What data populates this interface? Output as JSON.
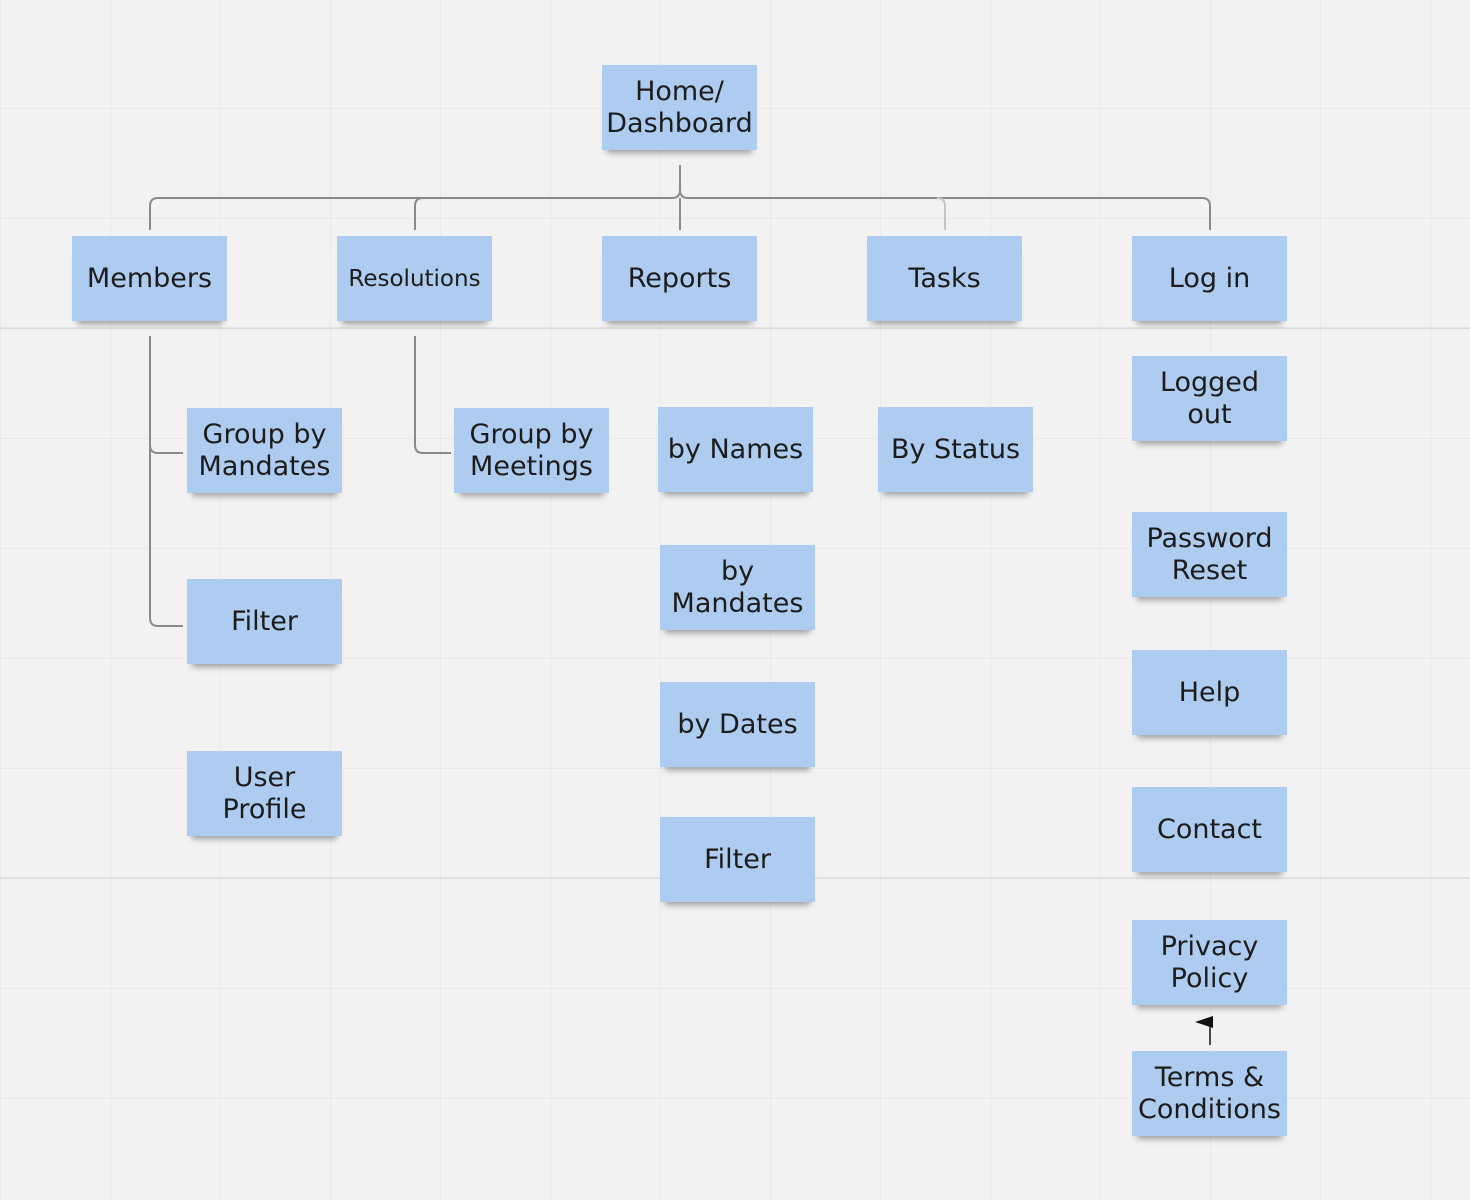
{
  "colors": {
    "note": "#aecbf0",
    "connector": "#8a8a8a",
    "background": "#f2f2f2"
  },
  "root": "Home/\nDashboard",
  "sections": {
    "members": {
      "label": "Members",
      "children": [
        "Group by\nMandates",
        "Filter",
        "User\nProfile"
      ]
    },
    "resolutions": {
      "label": "Resolutions",
      "children": [
        "Group by\nMeetings"
      ]
    },
    "reports": {
      "label": "Reports",
      "children": [
        "by Names",
        "by\nMandates",
        "by Dates",
        "Filter"
      ]
    },
    "tasks": {
      "label": "Tasks",
      "children": [
        "By Status"
      ]
    },
    "login": {
      "label": "Log in",
      "children": [
        "Logged\nout",
        "Password\nReset",
        "Help",
        "Contact",
        "Privacy\nPolicy",
        "Terms &\nConditions"
      ]
    }
  }
}
